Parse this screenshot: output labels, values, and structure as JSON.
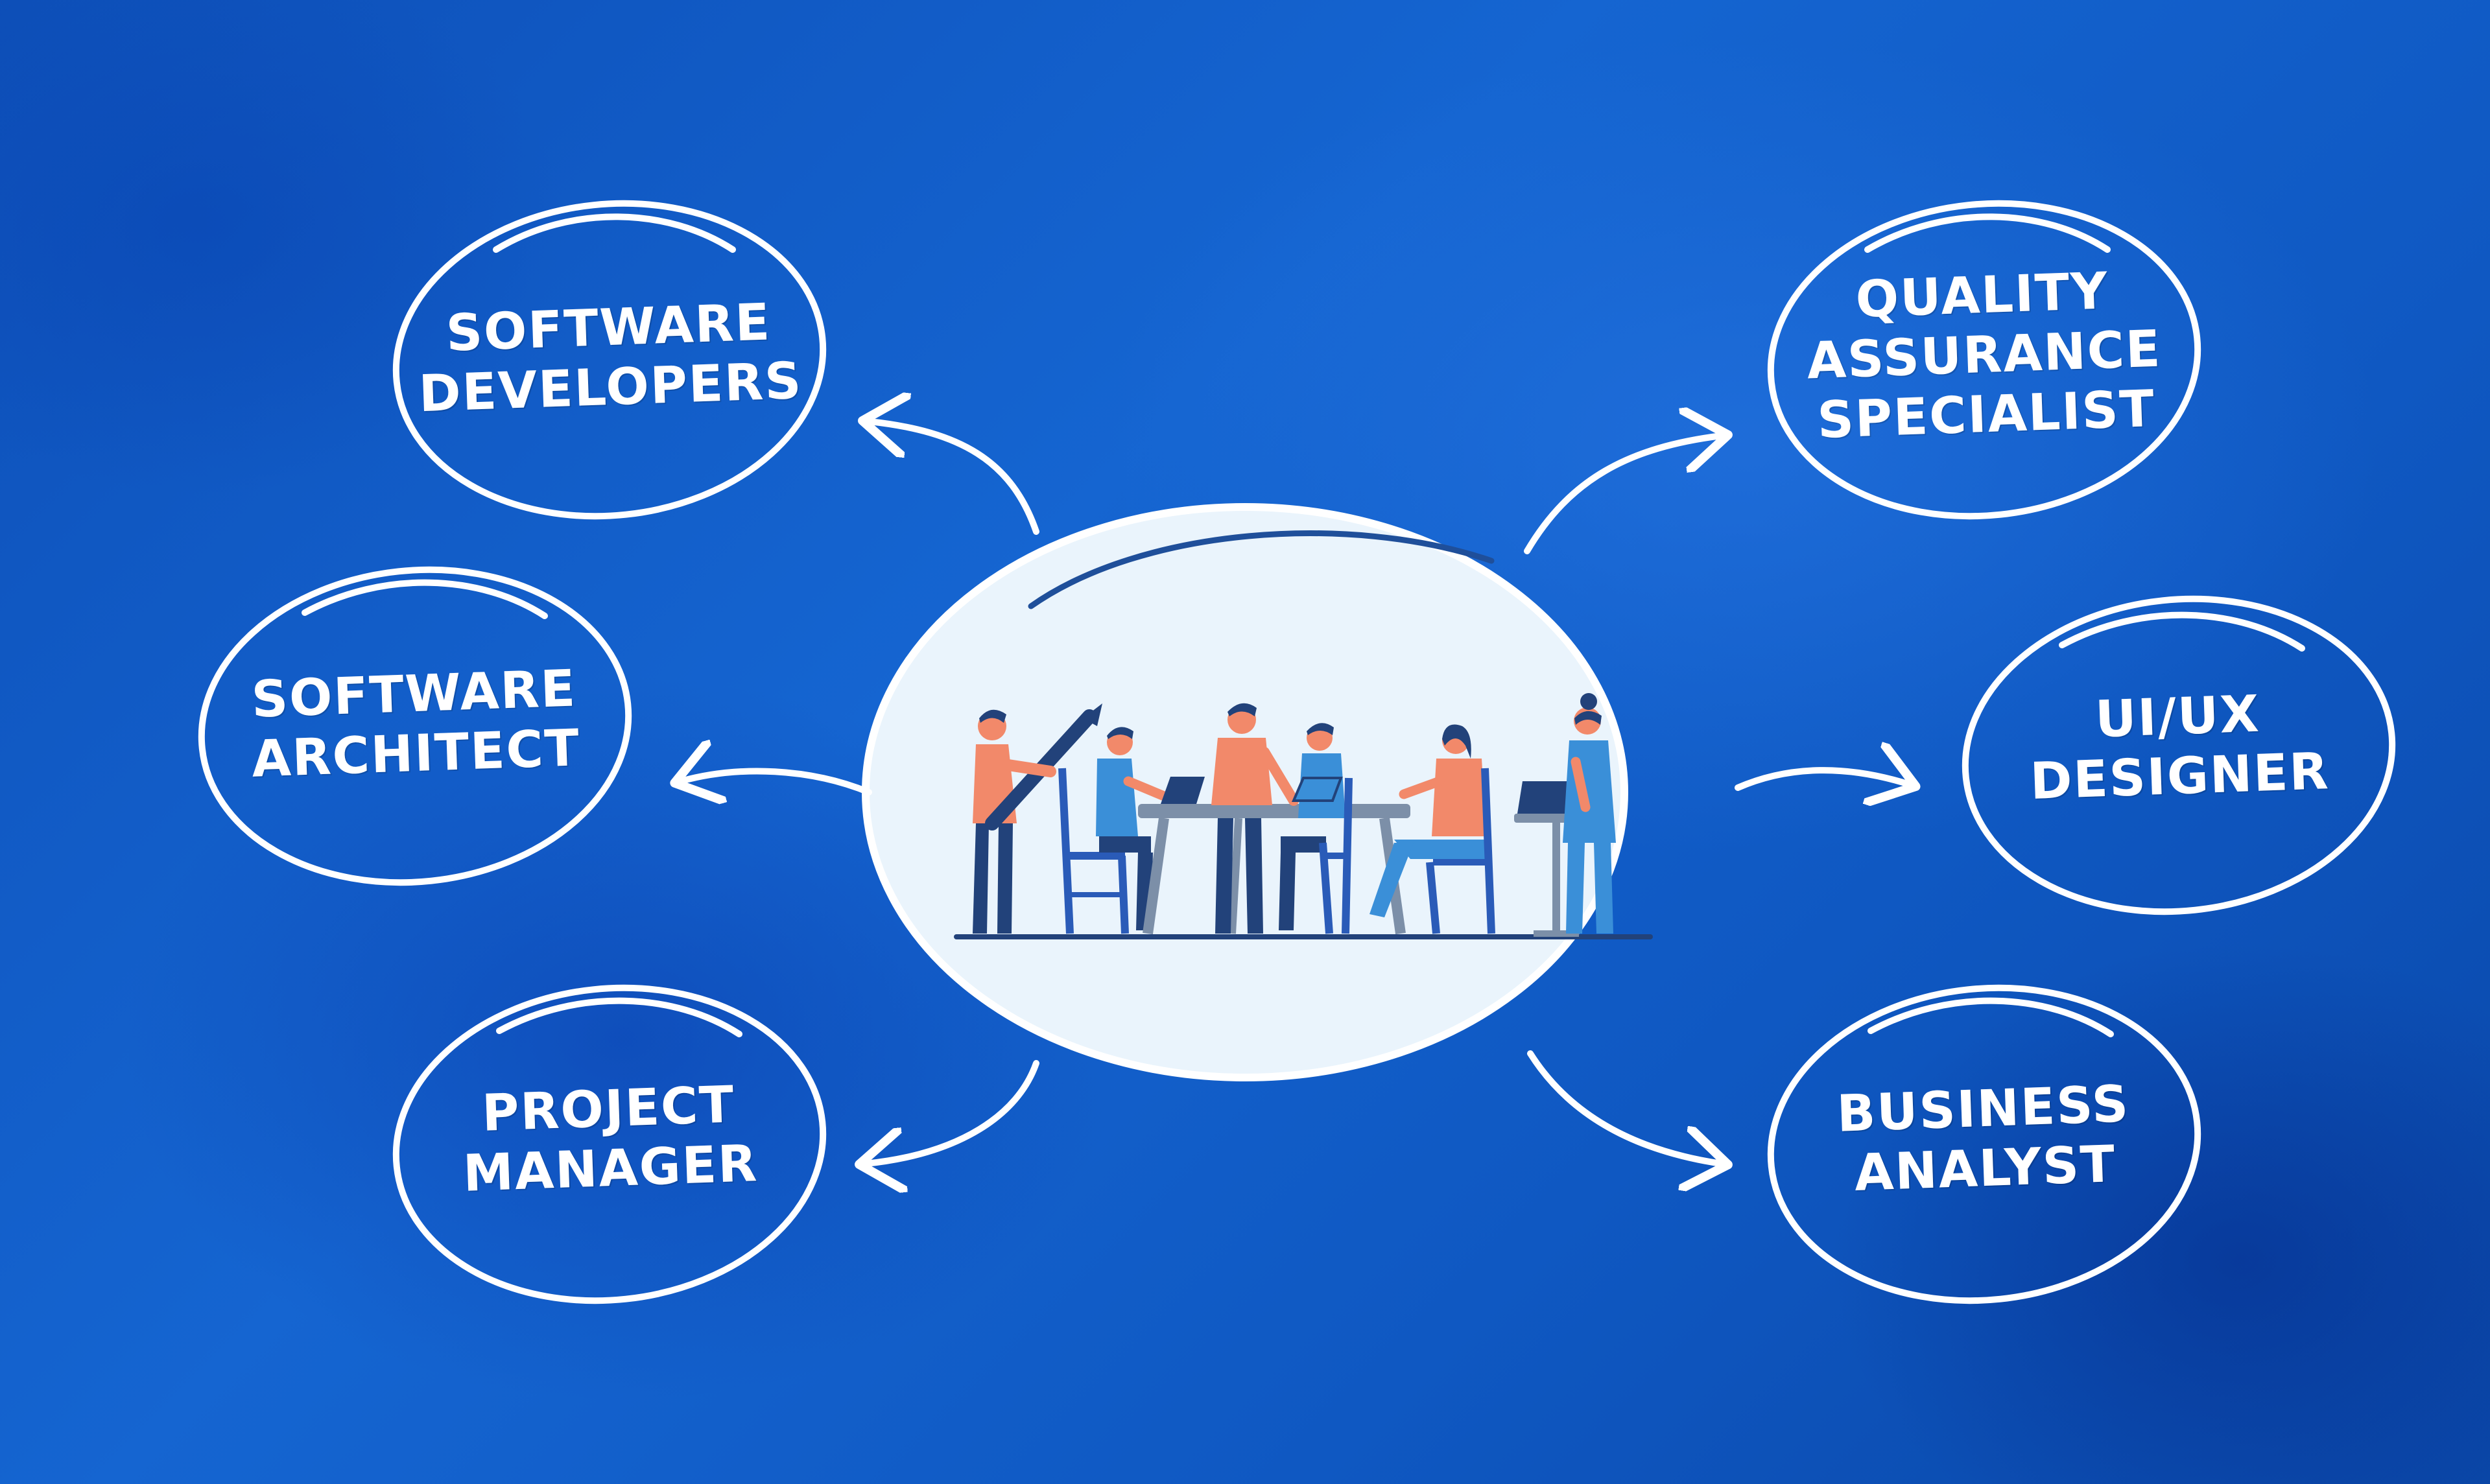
{
  "diagram": {
    "center": {
      "illustration": "team-meeting-illustration"
    },
    "nodes": [
      {
        "id": "software-developers",
        "label": "SOFTWARE\nDEVELOPERS"
      },
      {
        "id": "software-architect",
        "label": "SOFTWARE\nARCHITECT"
      },
      {
        "id": "project-manager",
        "label": "PROJECT\nMANAGER"
      },
      {
        "id": "quality-assurance-specialist",
        "label": "QUALITY\nASSURANCE\nSPECIALIST"
      },
      {
        "id": "ui-ux-designer",
        "label": "UI/UX\nDESIGNER"
      },
      {
        "id": "business-analyst",
        "label": "BUSINESS\nANALYST"
      }
    ],
    "colors": {
      "background": "#1565d1",
      "stroke": "#ffffff",
      "center_fill": "#eaf4fc",
      "figure_blue": "#3a8fd8",
      "figure_orange": "#f2896a",
      "figure_navy": "#22427a",
      "table": "#7c8fa8"
    }
  }
}
